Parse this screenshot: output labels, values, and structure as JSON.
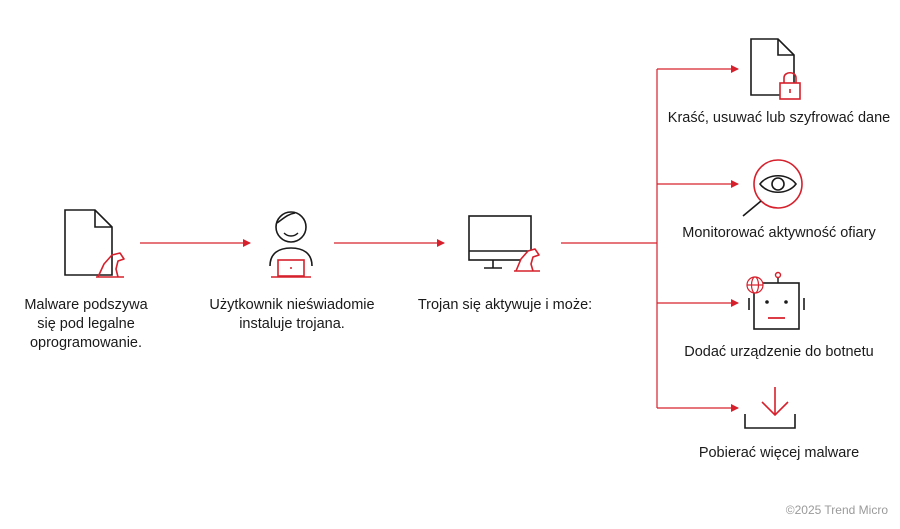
{
  "steps": [
    {
      "line1": "Malware podszywa",
      "line2": "się pod legalne",
      "line3": "oprogramowanie."
    },
    {
      "line1": "Użytkownik nieświadomie",
      "line2": "instaluje trojana."
    },
    {
      "line1": "Trojan się aktywuje i może:"
    }
  ],
  "outcomes": [
    {
      "label": "Kraść, usuwać lub szyfrować dane",
      "icon": "locked-file-icon"
    },
    {
      "label": "Monitorować aktywność ofiary",
      "icon": "eye-magnifier-icon"
    },
    {
      "label": "Dodać urządzenie do botnetu",
      "icon": "robot-icon"
    },
    {
      "label": "Pobierać więcej malware",
      "icon": "download-tray-icon"
    }
  ],
  "footer": {
    "copyright": "©2025 Trend Micro"
  },
  "colors": {
    "accent": "#d6202c",
    "stroke": "#1a1a1a"
  }
}
